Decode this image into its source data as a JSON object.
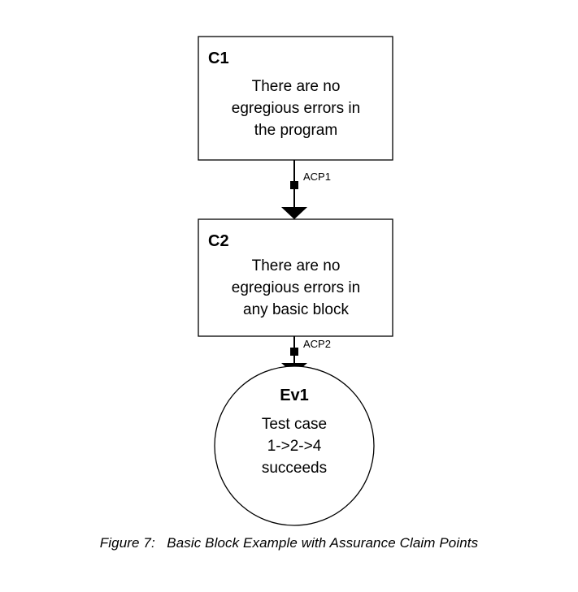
{
  "nodes": {
    "c1": {
      "id": "C1",
      "lines": [
        "There are no",
        "egregious errors in",
        "the program"
      ]
    },
    "c2": {
      "id": "C2",
      "lines": [
        "There are no",
        "egregious errors in",
        "any basic block"
      ]
    },
    "ev1": {
      "id": "Ev1",
      "lines": [
        "Test case",
        "1->2->4",
        "succeeds"
      ]
    }
  },
  "edges": {
    "acp1": {
      "label": "ACP1"
    },
    "acp2": {
      "label": "ACP2"
    }
  },
  "caption": "Figure 7:   Basic Block Example with Assurance Claim Points"
}
